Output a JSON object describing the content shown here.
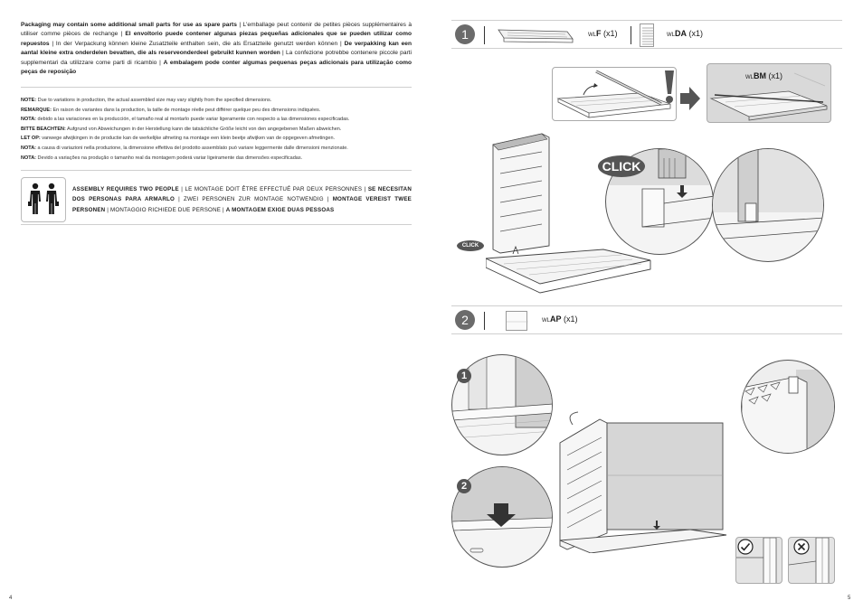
{
  "intro": {
    "en": "Packaging may contain some additional small parts for use as spare parts",
    "fr": "L'emballage peut contenir de petites pièces supplémentaires à utiliser comme pièces de rechange",
    "es": "El envoltorio puede contener algunas piezas pequeñas adicionales que se pueden utilizar como repuestos",
    "de": "In der Verpackung können kleine Zusatzteile enthalten sein, die als Ersatzteile genutzt werden können",
    "nl": "De verpakking kan een aantal kleine extra onderdelen bevatten, die als reserveonderdeel gebruikt kunnen worden",
    "it": "La confezione potrebbe contenere piccole parti supplementari da utilizzare come parti di ricambio",
    "pt": "A embalagem pode conter algumas pequenas peças adicionais para utilização como peças de reposição",
    "sep": " | "
  },
  "notes": [
    {
      "label": "NOTE:",
      "text": "Due to variations in production, the actual assembled size may vary slightly from the specified dimensions."
    },
    {
      "label": "REMARQUE:",
      "text": "En raison de variantes dans la production, la taille de montage réelle peut différer quelque peu des dimensions indiquées."
    },
    {
      "label": "NOTA:",
      "text": "debido a las variaciones en la producción, el tamaño real al montarlo puede variar ligeramente con respecto a las dimensiones especificadas."
    },
    {
      "label": "BITTE BEACHTEN:",
      "text": "Aufgrund von Abweichungen in der Herstellung kann die tatsächliche Größe leicht von den angegebenen Maßen abweichen."
    },
    {
      "label": "LET OP:",
      "text": "vanwege afwijkingen in de productie kan de werkelijke afmeting na montage een klein beetje afwijken van de opgegeven afmetingen."
    },
    {
      "label": "NOTA:",
      "text": "a causa di variazioni nella produzione, la dimensione effettiva del prodotto assemblato può variare leggermente dalle dimensioni menzionate."
    },
    {
      "label": "NOTA:",
      "text": "Devido a variações na produção o tamanho real da montagem poderá variar ligeiramente das dimensões especificadas."
    }
  ],
  "two_people": {
    "en": "ASSEMBLY REQUIRES TWO PEOPLE",
    "fr": "LE MONTAGE DOIT ÊTRE EFFECTUÉ PAR DEUX PERSONNES",
    "es": "SE NECESITAN DOS PERSONAS PARA ARMARLO",
    "de": "ZWEI PERSONEN ZUR MONTAGE NOTWENDIG",
    "nl": "MONTAGE VEREIST TWEE PERSONEN",
    "it": "MONTAGGIO RICHIEDE DUE PERSONE",
    "pt": "A MONTAGEM EXIGE DUAS PESSOAS",
    "sep": " | "
  },
  "page_left": "4",
  "page_right": "5",
  "step1": {
    "number": "1",
    "parts": [
      {
        "prefix": "WL",
        "code": "F",
        "qty": " (x1)"
      },
      {
        "prefix": "WL",
        "code": "DA",
        "qty": " (x1)"
      }
    ],
    "extra_part": {
      "prefix": "WL",
      "code": "BM",
      "qty": " (x1)"
    },
    "click_big": "CLICK",
    "click_small": "CLICK"
  },
  "step2": {
    "number": "2",
    "part": {
      "prefix": "WL",
      "code": "AP",
      "qty": " (x1)"
    },
    "sub1": "1",
    "sub2": "2"
  },
  "colors": {
    "badge": "#6b6b6b",
    "line": "#cfcfcf"
  }
}
